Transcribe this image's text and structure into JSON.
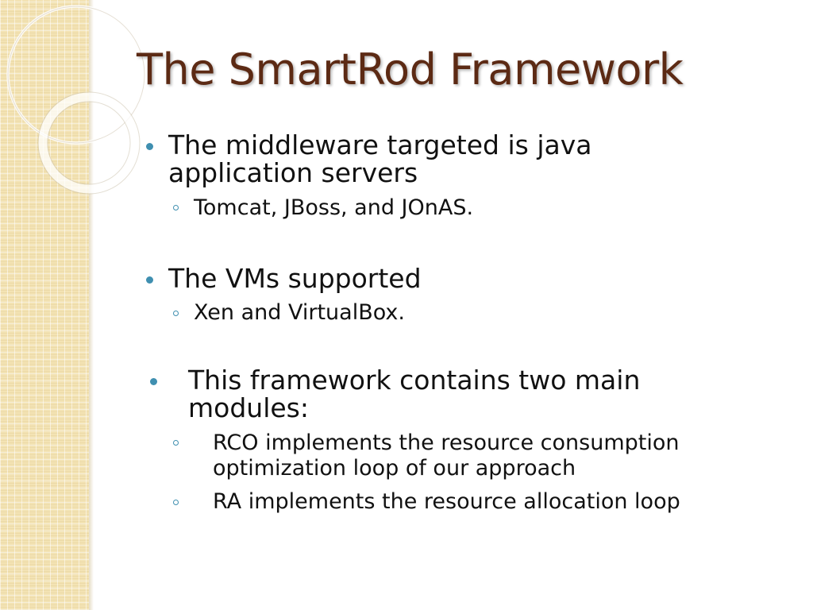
{
  "slide": {
    "title": "The SmartRod Framework",
    "bullets": [
      {
        "text_lines": [
          "The middleware targeted is java",
          "application servers"
        ],
        "sub": [
          {
            "text_lines": [
              "Tomcat, JBoss, and JOnAS."
            ]
          }
        ]
      },
      {
        "text_lines": [
          "The VMs supported"
        ],
        "sub": [
          {
            "text_lines": [
              "Xen and VirtualBox."
            ]
          }
        ]
      },
      {
        "text_lines": [
          "This framework contains two main",
          "modules:"
        ],
        "sub": [
          {
            "text_lines": [
              "RCO implements the resource consumption",
              "optimization loop of our approach"
            ]
          },
          {
            "text_lines": [
              "RA implements the resource allocation loop"
            ]
          }
        ]
      }
    ]
  },
  "colors": {
    "title": "#5c2a14",
    "bullet_marker": "#3f8fb0",
    "side_panel": "#f3e3b4",
    "body_text": "#111111"
  }
}
